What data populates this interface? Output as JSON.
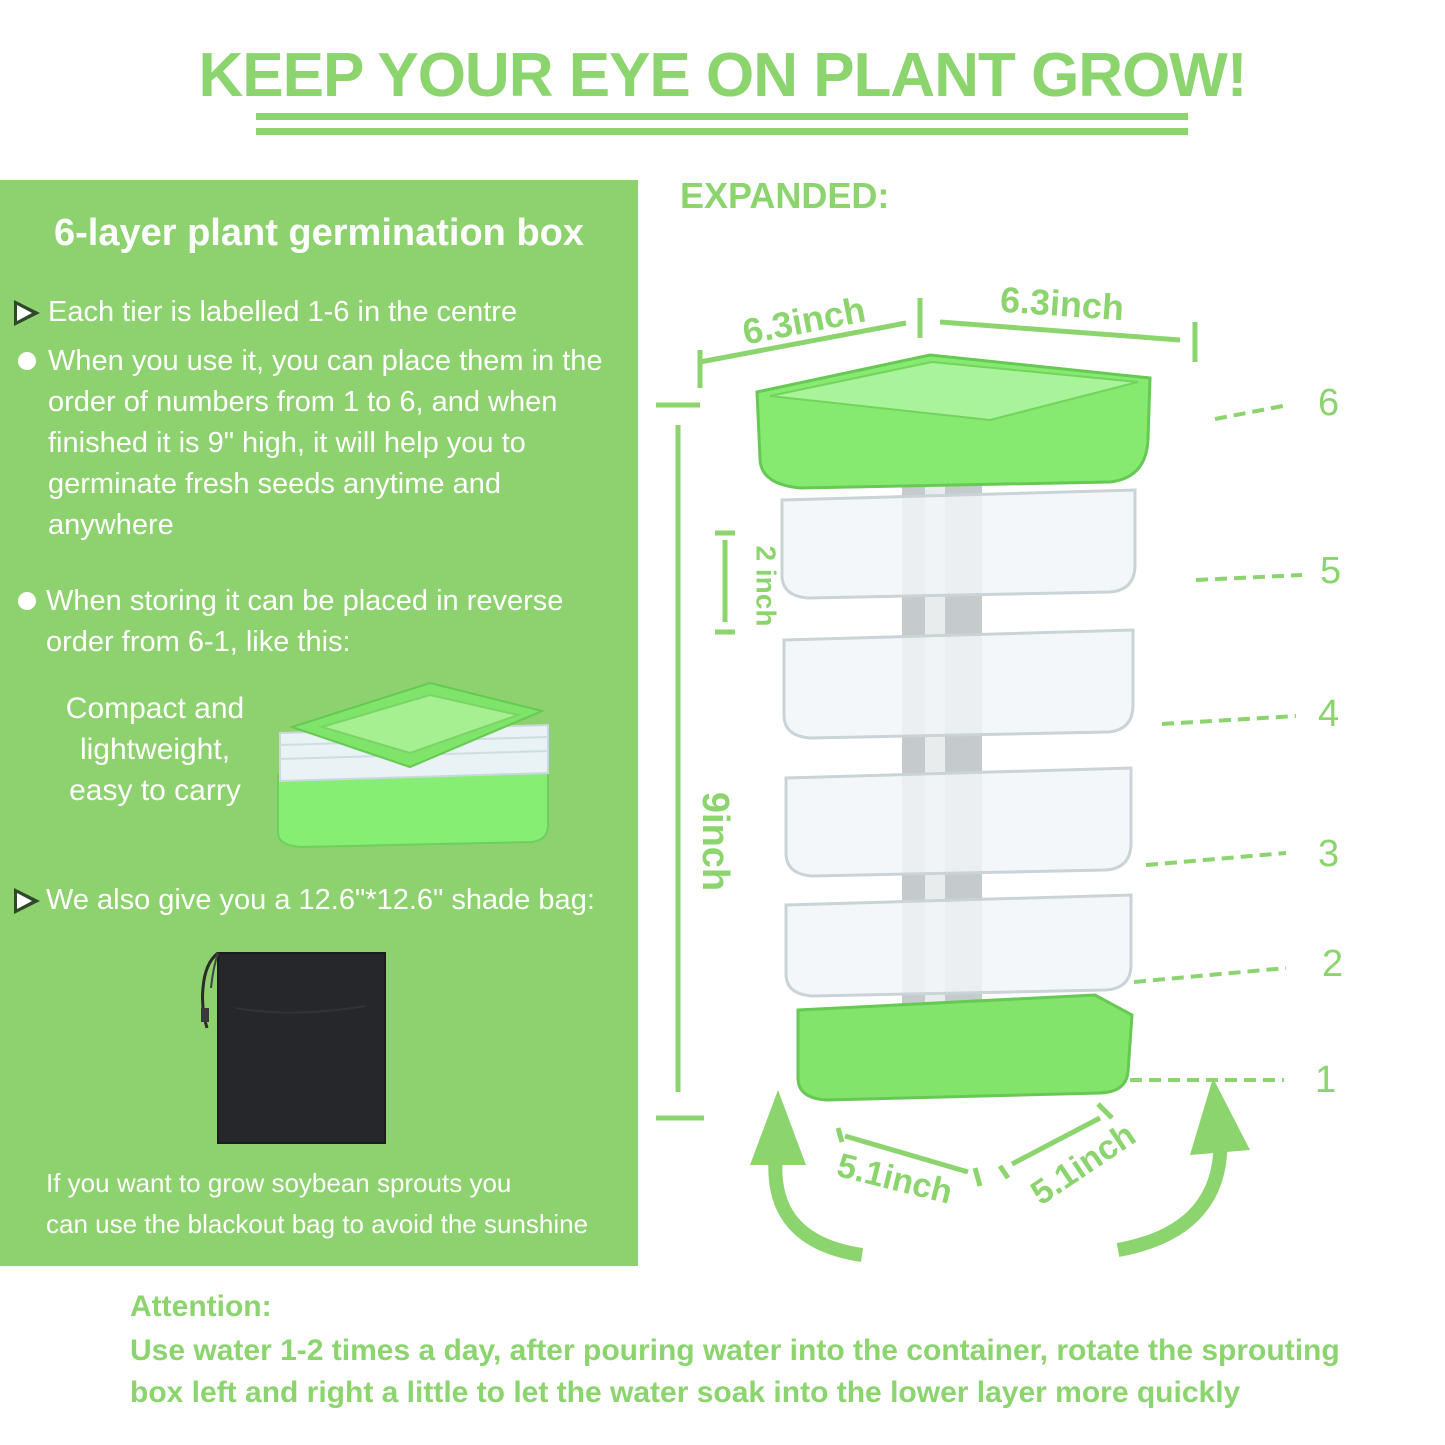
{
  "headline": "KEEP YOUR EYE ON PLANT GROW!",
  "panel": {
    "title": "6-layer plant germination box",
    "bullet_1": "Each tier is labelled 1-6 in the centre",
    "bullet_2": "When you use it, you can place them in the order of numbers from 1 to 6, and when finished it is 9\" high, it will help you to germinate fresh seeds anytime and anywhere",
    "bullet_3": "When storing it can be placed in reverse order from 6-1, like this:",
    "compact_caption": "Compact and lightweight, easy to carry",
    "bullet_4": "We also give you a 12.6\"*12.6\" shade bag:",
    "bag_note_line1": "If you want to grow soybean sprouts you",
    "bag_note_line2": "can use the blackout bag to avoid the sunshine"
  },
  "diagram": {
    "expanded_label": "EXPANDED:",
    "top_width_left": "6.3inch",
    "top_width_right": "6.3inch",
    "layer_spacing": "2 inch",
    "total_height": "9inch",
    "bottom_width_left": "5.1inch",
    "bottom_width_right": "5.1inch",
    "layer_numbers": [
      "6",
      "5",
      "4",
      "3",
      "2",
      "1"
    ]
  },
  "attention": {
    "title": "Attention:",
    "body": "Use water 1-2 times a day, after pouring water into the container, rotate the sprouting box left and right a little to let the water soak into the lower layer more quickly"
  },
  "colors": {
    "accent_green": "#8bd46e",
    "panel_green": "#8dd26e",
    "tray_green": "#7ee267",
    "bag_black": "#25272b"
  }
}
